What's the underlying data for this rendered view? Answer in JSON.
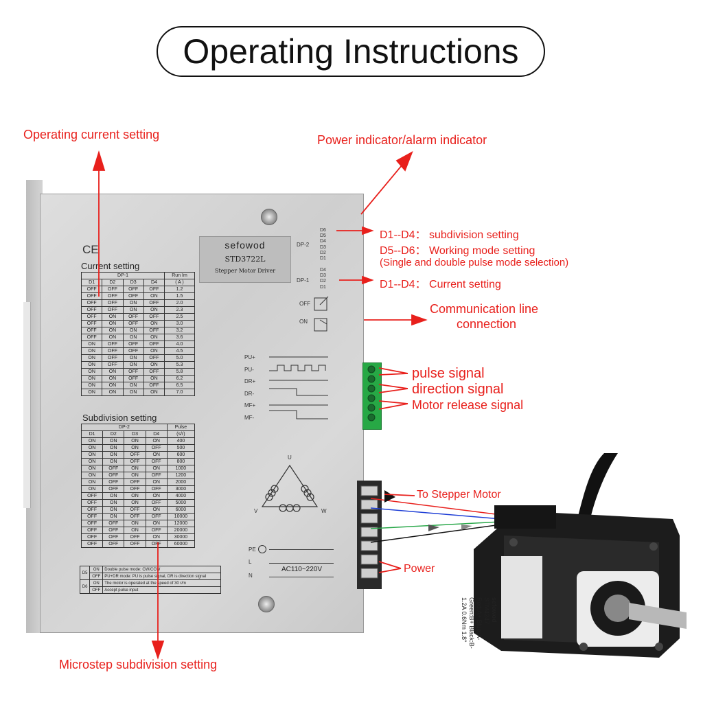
{
  "title": "Operating Instructions",
  "annotations": {
    "operating_current": "Operating current setting",
    "power_indicator": "Power indicator/alarm indicator",
    "d1_d4_subdivision": "D1--D4： subdivision setting",
    "d5_d6_mode": "D5--D6： Working mode setting",
    "pulse_mode_selection": "(Single and double pulse mode selection)",
    "d1_d4_current": "D1--D4： Current setting",
    "communication_line_1": "Communication line",
    "communication_line_2": "connection",
    "pulse_signal": "pulse signal",
    "direction_signal": "direction signal",
    "motor_release": "Motor release signal",
    "to_stepper": "To Stepper Motor",
    "power": "Power",
    "microstep": "Microstep subdivision setting"
  },
  "driver": {
    "brand": "sefowod",
    "model": "STD3722L",
    "subtitle": "Stepper Motor Driver",
    "ce_mark": "CE",
    "dp2_label": "DP-2",
    "dp1_label": "DP-1",
    "dip_upper": [
      "D6",
      "D5",
      "D4",
      "D3",
      "D2",
      "D1"
    ],
    "dip_lower": [
      "D4",
      "D3",
      "D2",
      "D1"
    ],
    "off_label": "OFF",
    "on_label": "ON",
    "signals": [
      "PU+",
      "PU-",
      "DR+",
      "DR-",
      "MF+",
      "MF-"
    ],
    "phase_u": "U",
    "phase_v": "V",
    "phase_w": "W",
    "pe_label": "PE",
    "l_label": "L",
    "n_label": "N",
    "ac_label": "AC110~220V",
    "current_setting": {
      "title": "Current setting",
      "group": "DP-1",
      "run_header": "Run Im",
      "unit": "( A )",
      "cols": [
        "D1",
        "D2",
        "D3",
        "D4"
      ],
      "rows": [
        [
          "OFF",
          "OFF",
          "OFF",
          "OFF",
          "1.2"
        ],
        [
          "OFF",
          "OFF",
          "OFF",
          "ON",
          "1.5"
        ],
        [
          "OFF",
          "OFF",
          "ON",
          "OFF",
          "2.0"
        ],
        [
          "OFF",
          "OFF",
          "ON",
          "ON",
          "2.3"
        ],
        [
          "OFF",
          "ON",
          "OFF",
          "OFF",
          "2.5"
        ],
        [
          "OFF",
          "ON",
          "OFF",
          "ON",
          "3.0"
        ],
        [
          "OFF",
          "ON",
          "ON",
          "OFF",
          "3.2"
        ],
        [
          "OFF",
          "ON",
          "ON",
          "ON",
          "3.6"
        ],
        [
          "ON",
          "OFF",
          "OFF",
          "OFF",
          "4.0"
        ],
        [
          "ON",
          "OFF",
          "OFF",
          "ON",
          "4.5"
        ],
        [
          "ON",
          "OFF",
          "ON",
          "OFF",
          "5.0"
        ],
        [
          "ON",
          "OFF",
          "ON",
          "ON",
          "5.3"
        ],
        [
          "ON",
          "ON",
          "OFF",
          "OFF",
          "5.8"
        ],
        [
          "ON",
          "ON",
          "OFF",
          "ON",
          "6.2"
        ],
        [
          "ON",
          "ON",
          "ON",
          "OFF",
          "6.5"
        ],
        [
          "ON",
          "ON",
          "ON",
          "ON",
          "7.0"
        ]
      ]
    },
    "subdivision_setting": {
      "title": "Subdivision setting",
      "group": "DP-2",
      "pulse_header": "Pulse",
      "unit": "(s/r)",
      "cols": [
        "D1",
        "D2",
        "D3",
        "D4"
      ],
      "rows": [
        [
          "ON",
          "ON",
          "ON",
          "ON",
          "400"
        ],
        [
          "ON",
          "ON",
          "ON",
          "OFF",
          "500"
        ],
        [
          "ON",
          "ON",
          "OFF",
          "ON",
          "600"
        ],
        [
          "ON",
          "ON",
          "OFF",
          "OFF",
          "800"
        ],
        [
          "ON",
          "OFF",
          "ON",
          "ON",
          "1000"
        ],
        [
          "ON",
          "OFF",
          "ON",
          "OFF",
          "1200"
        ],
        [
          "ON",
          "OFF",
          "OFF",
          "ON",
          "2000"
        ],
        [
          "ON",
          "OFF",
          "OFF",
          "OFF",
          "3000"
        ],
        [
          "OFF",
          "ON",
          "ON",
          "ON",
          "4000"
        ],
        [
          "OFF",
          "ON",
          "ON",
          "OFF",
          "5000"
        ],
        [
          "OFF",
          "ON",
          "OFF",
          "ON",
          "6000"
        ],
        [
          "OFF",
          "ON",
          "OFF",
          "OFF",
          "10000"
        ],
        [
          "OFF",
          "OFF",
          "ON",
          "ON",
          "12000"
        ],
        [
          "OFF",
          "OFF",
          "ON",
          "OFF",
          "20000"
        ],
        [
          "OFF",
          "OFF",
          "OFF",
          "ON",
          "30000"
        ],
        [
          "OFF",
          "OFF",
          "OFF",
          "OFF",
          "60000"
        ]
      ]
    },
    "mode_table": {
      "d5": "D5",
      "d6": "D6",
      "d5_on_state": "ON",
      "d5_on_text": "Double pulse mode: CW/CCW",
      "d5_off_state": "OFF",
      "d5_off_text": "PU+DR mode: PU is pulse signal, DR is direction signal",
      "d6_on_state": "ON",
      "d6_on_text": "The motor is operated at the speed of 30 r/m",
      "d6_off_state": "OFF",
      "d6_off_text": "Accept pulse input"
    }
  },
  "motor": {
    "brand": "sefowod",
    "model": "STM4247",
    "wires": "Red:A+ Blue:A-",
    "wires2": "Green:B+ Black:B-",
    "spec": "1.2A 0.6Nm 1.8°"
  },
  "colors": {
    "annotation": "#e8201c",
    "arrow": "#e8201c",
    "terminal": "#27a845",
    "wire_red": "#e8201c",
    "wire_blue": "#1f3fd6",
    "wire_green": "#2aa84a",
    "wire_black": "#111111"
  }
}
